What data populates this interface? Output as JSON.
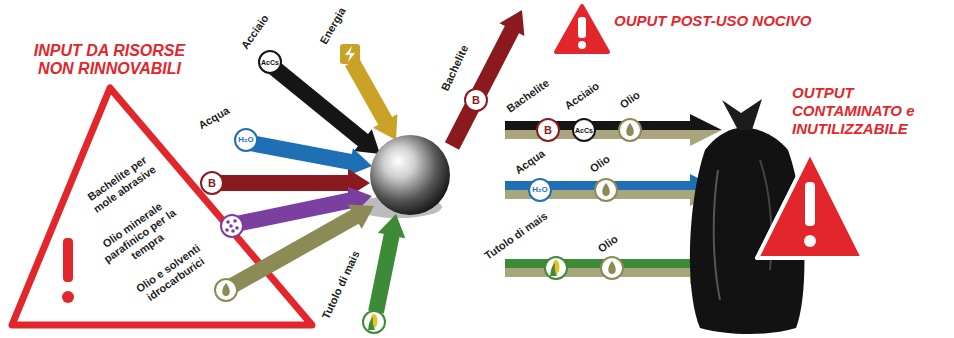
{
  "diagram": {
    "labels": [
      "INPUT DA RISORSE NON RINNOVABILI",
      "Acciaio",
      "AcCs",
      "Energia",
      "Acqua",
      "H₂O",
      "Bachelite per mole abrasive",
      "B",
      "Olio minerale parafinico per la tempra",
      "Olio e solventi idrocarburici",
      "Tutolo di mais",
      "Bachelite",
      "B",
      "OUPUT POST-USO NOCIVO",
      "Bachelite",
      "B",
      "Acciaio",
      "AcCs",
      "Olio",
      "Acqua",
      "H₂O",
      "Olio",
      "Tutolo di mais",
      "Olio",
      "OUTPUT CONTAMINATO e INUTILIZZABILE"
    ]
  }
}
